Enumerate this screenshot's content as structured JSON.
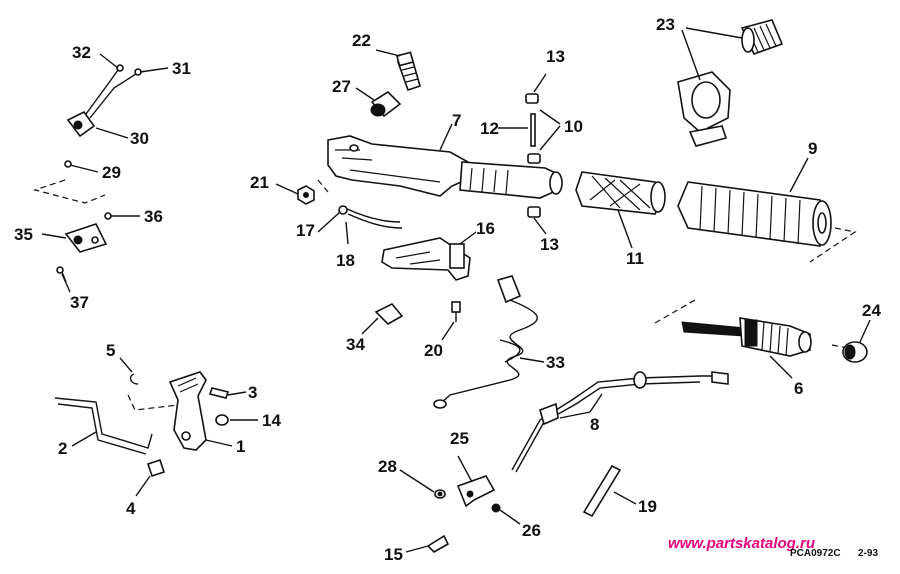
{
  "callouts": {
    "n1": "1",
    "n2": "2",
    "n3": "3",
    "n4": "4",
    "n5": "5",
    "n6": "6",
    "n7": "7",
    "n8": "8",
    "n9": "9",
    "n10": "10",
    "n11": "11",
    "n12": "12",
    "n13a": "13",
    "n13b": "13",
    "n14": "14",
    "n15": "15",
    "n16": "16",
    "n17": "17",
    "n18": "18",
    "n19": "19",
    "n20": "20",
    "n21": "21",
    "n22": "22",
    "n23": "23",
    "n24": "24",
    "n25": "25",
    "n26": "26",
    "n27": "27",
    "n28": "28",
    "n29": "29",
    "n30": "30",
    "n31": "31",
    "n32": "32",
    "n33": "33",
    "n34": "34",
    "n35": "35",
    "n36": "36",
    "n37": "37"
  },
  "footer": {
    "watermark": "www.partskatalog.ru",
    "code": "PCA0972C",
    "date": "2-93"
  },
  "colors": {
    "ink": "#111111",
    "watermark": "#e6007e",
    "background": "#ffffff"
  }
}
